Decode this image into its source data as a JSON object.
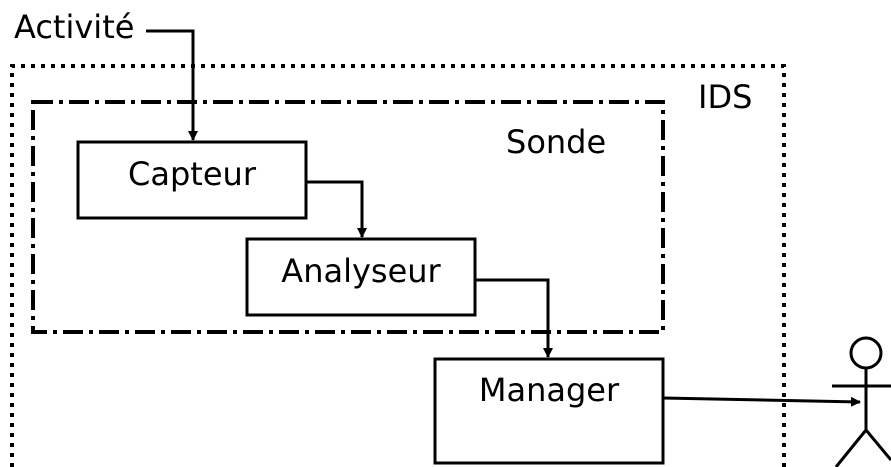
{
  "labels": {
    "activity": "Activité",
    "ids": "IDS",
    "probe": "Sonde",
    "sensor": "Capteur",
    "analyzer": "Analyseur",
    "manager": "Manager"
  }
}
